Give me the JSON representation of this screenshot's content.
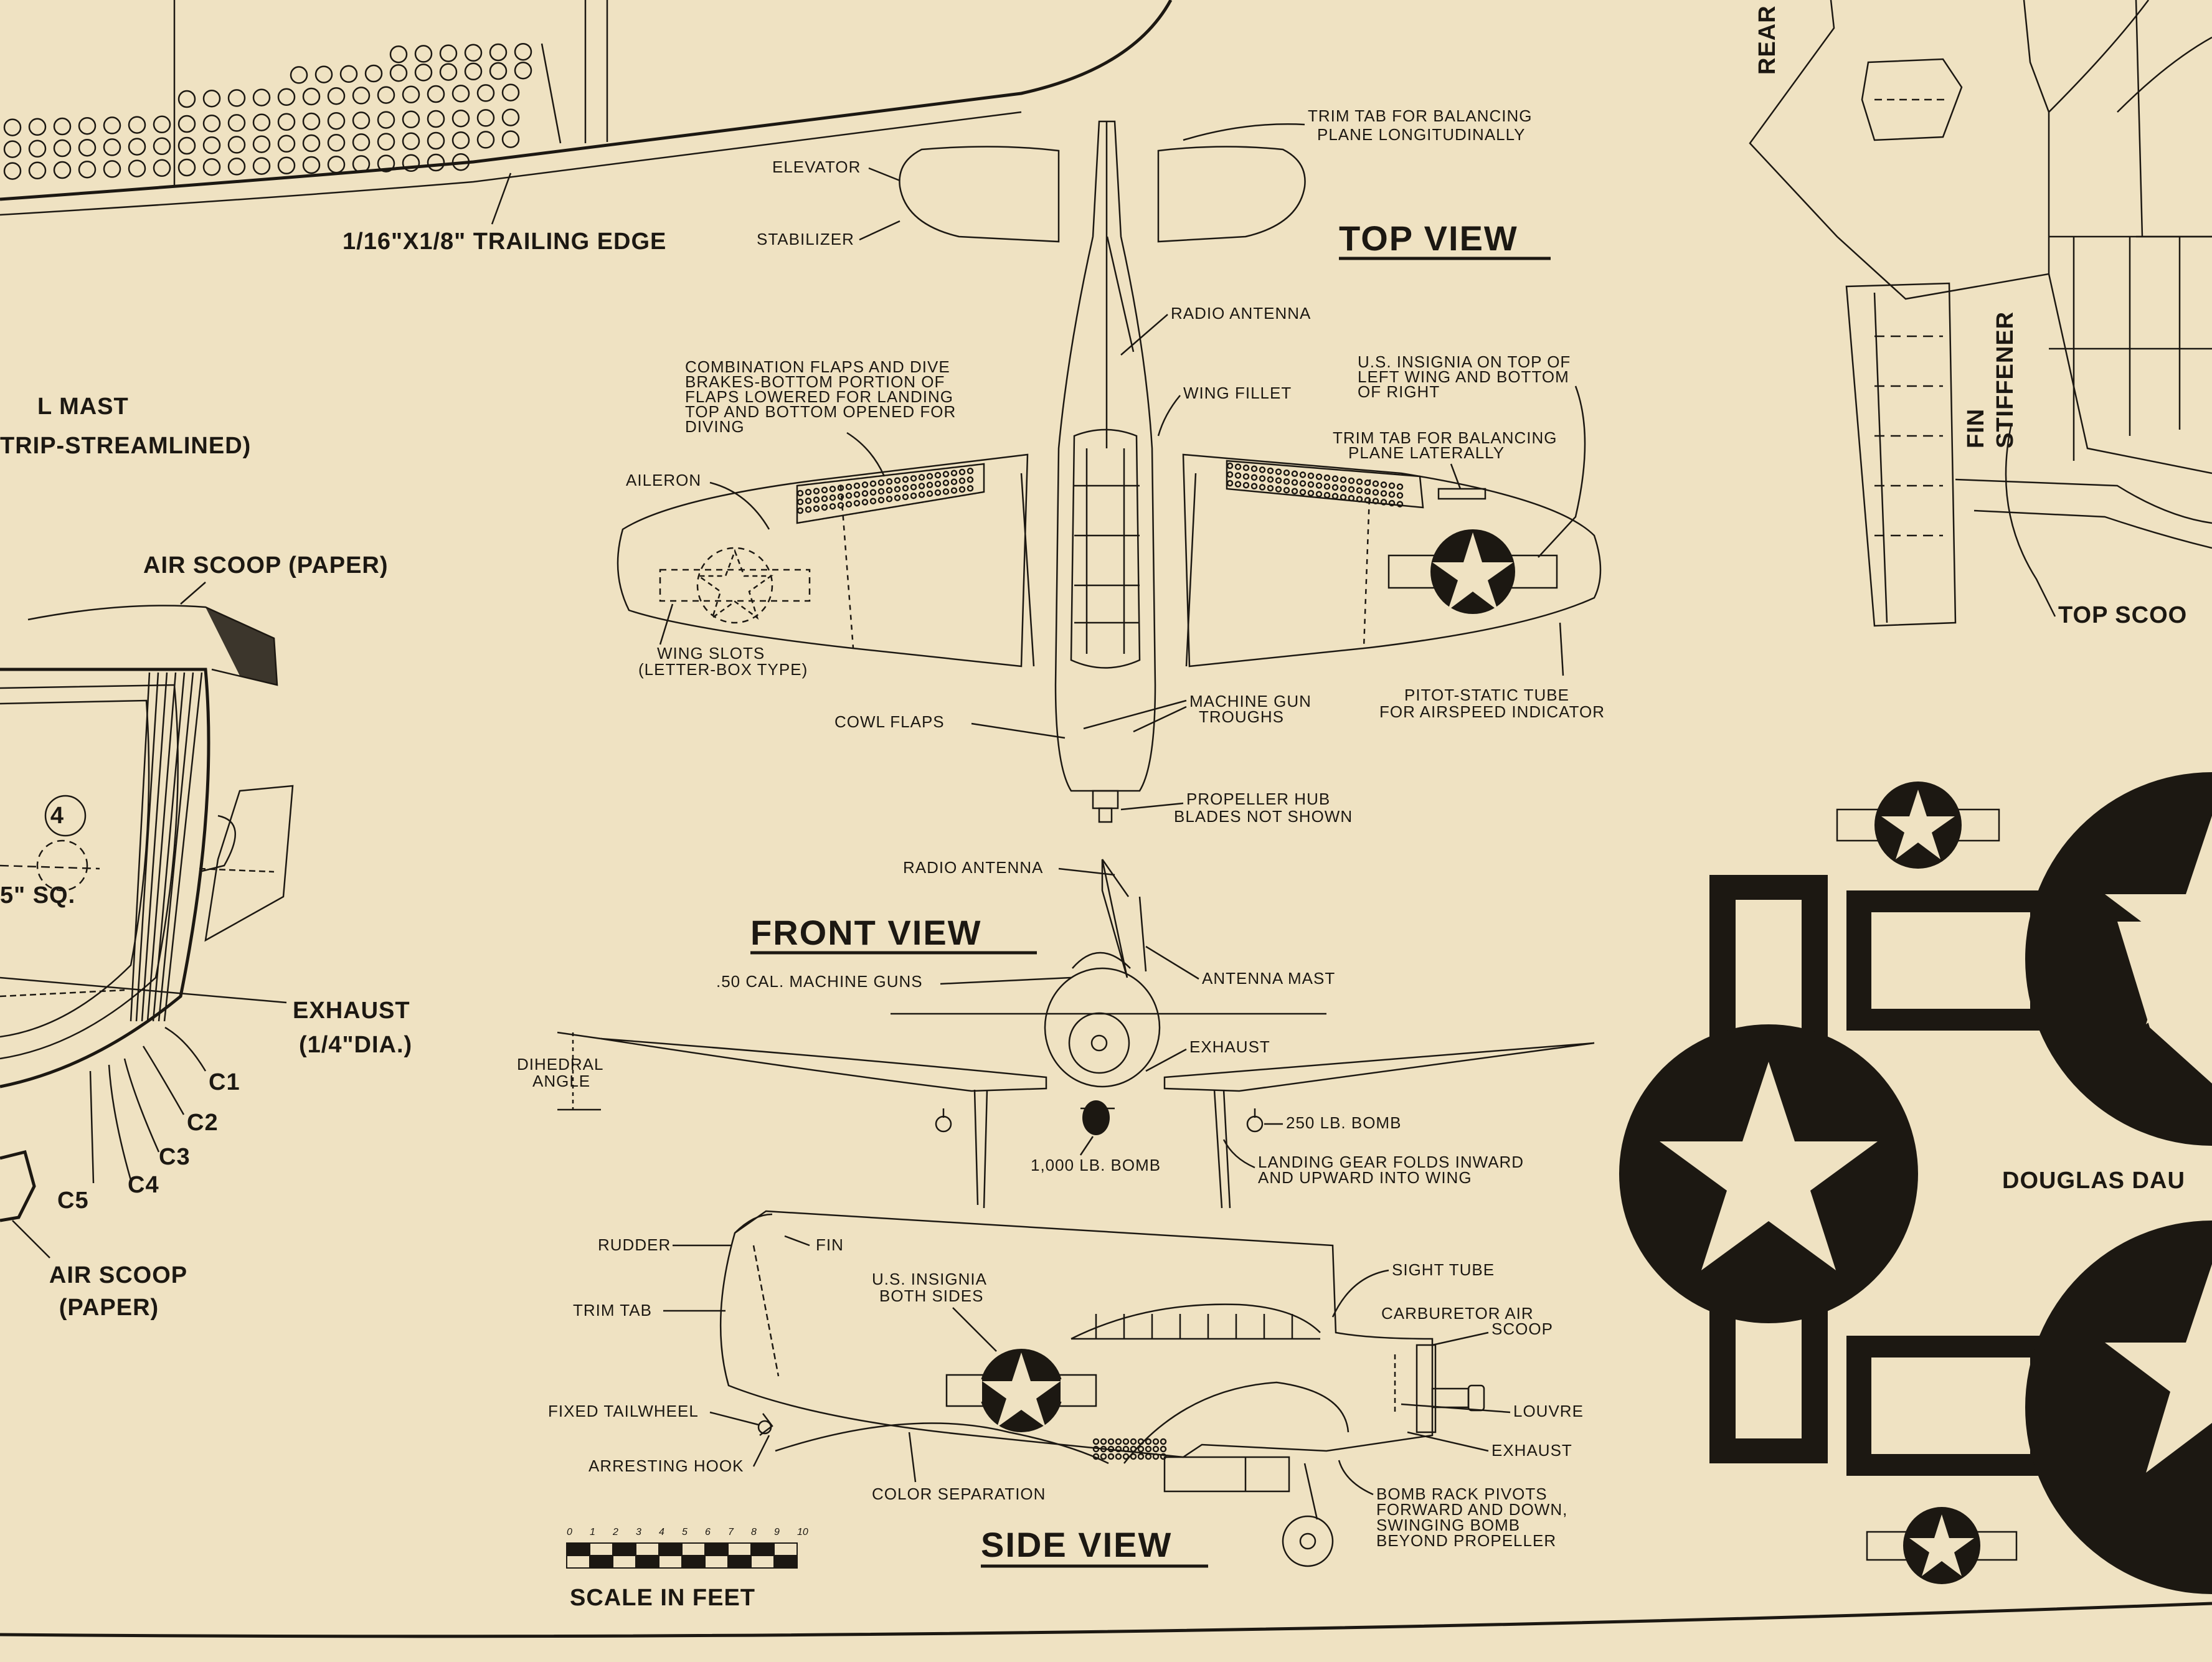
{
  "colors": {
    "paper": "#efe2c2",
    "ink": "#1c1812"
  },
  "titles": {
    "top_view": "TOP VIEW",
    "front_view": "FRONT VIEW",
    "side_view": "SIDE VIEW",
    "scale": "SCALE IN FEET",
    "douglas": "DOUGLAS DAU"
  },
  "scale_ticks": [
    "0",
    "1",
    "2",
    "3",
    "4",
    "5",
    "6",
    "7",
    "8",
    "9",
    "10"
  ],
  "left_labels": {
    "trailing_edge": "1/16\"X1/8\" TRAILING EDGE",
    "mast_1": "L MAST",
    "mast_2": "TRIP-STREAMLINED)",
    "air_scoop_top": "AIR SCOOP (PAPER)",
    "sq": "5\" SQ.",
    "circle_4": "4",
    "exhaust_1": "EXHAUST",
    "exhaust_2": "(1/4\"DIA.)",
    "c1": "C1",
    "c2": "C2",
    "c3": "C3",
    "c4": "C4",
    "c5": "C5",
    "air_scoop_bottom_1": "AIR SCOOP",
    "air_scoop_bottom_2": "(PAPER)"
  },
  "top_view_labels": {
    "trim_tab_long_1": "TRIM TAB FOR BALANCING",
    "trim_tab_long_2": "PLANE LONGITUDINALLY",
    "elevator": "ELEVATOR",
    "stabilizer": "STABILIZER",
    "radio_antenna": "RADIO ANTENNA",
    "wing_fillet": "WING FILLET",
    "flaps_1": "COMBINATION FLAPS AND DIVE",
    "flaps_2": "BRAKES-BOTTOM PORTION OF",
    "flaps_3": "FLAPS LOWERED FOR LANDING",
    "flaps_4": "TOP AND BOTTOM OPENED FOR",
    "flaps_5": "DIVING",
    "insignia_1": "U.S. INSIGNIA ON TOP OF",
    "insignia_2": "LEFT WING AND BOTTOM",
    "insignia_3": "OF RIGHT",
    "trim_tab_lat_1": "TRIM TAB FOR BALANCING",
    "trim_tab_lat_2": "PLANE LATERALLY",
    "aileron": "AILERON",
    "wing_slots_1": "WING SLOTS",
    "wing_slots_2": "(LETTER-BOX TYPE)",
    "cowl_flaps": "COWL FLAPS",
    "mg_troughs_1": "MACHINE GUN",
    "mg_troughs_2": "TROUGHS",
    "pitot_1": "PITOT-STATIC TUBE",
    "pitot_2": "FOR AIRSPEED INDICATOR",
    "prop_hub_1": "PROPELLER HUB",
    "prop_hub_2": "BLADES NOT SHOWN"
  },
  "front_view_labels": {
    "radio_antenna": "RADIO ANTENNA",
    "mg": ".50 CAL. MACHINE GUNS",
    "antenna_mast": "ANTENNA MAST",
    "exhaust": "EXHAUST",
    "dihedral_1": "DIHEDRAL",
    "dihedral_2": "ANGLE",
    "bomb_250": "250 LB. BOMB",
    "bomb_1000": "1,000 LB. BOMB",
    "gear_1": "LANDING GEAR FOLDS INWARD",
    "gear_2": "AND UPWARD INTO WING"
  },
  "side_view_labels": {
    "rudder": "RUDDER",
    "fin": "FIN",
    "insignia_1": "U.S. INSIGNIA",
    "insignia_2": "BOTH SIDES",
    "trim_tab": "TRIM TAB",
    "sight_tube": "SIGHT TUBE",
    "carb_1": "CARBURETOR AIR",
    "carb_2": "SCOOP",
    "tailwheel": "FIXED TAILWHEEL",
    "louvre": "LOUVRE",
    "hook": "ARRESTING HOOK",
    "exhaust": "EXHAUST",
    "color_sep": "COLOR SEPARATION",
    "bomb_rack_1": "BOMB RACK PIVOTS",
    "bomb_rack_2": "FORWARD AND DOWN,",
    "bomb_rack_3": "SWINGING BOMB",
    "bomb_rack_4": "BEYOND PROPELLER"
  },
  "right_labels": {
    "rear": "REAR",
    "fin_stiffener_1": "FIN",
    "fin_stiffener_2": "STIFFENER",
    "top_scoop": "TOP SCOO"
  }
}
